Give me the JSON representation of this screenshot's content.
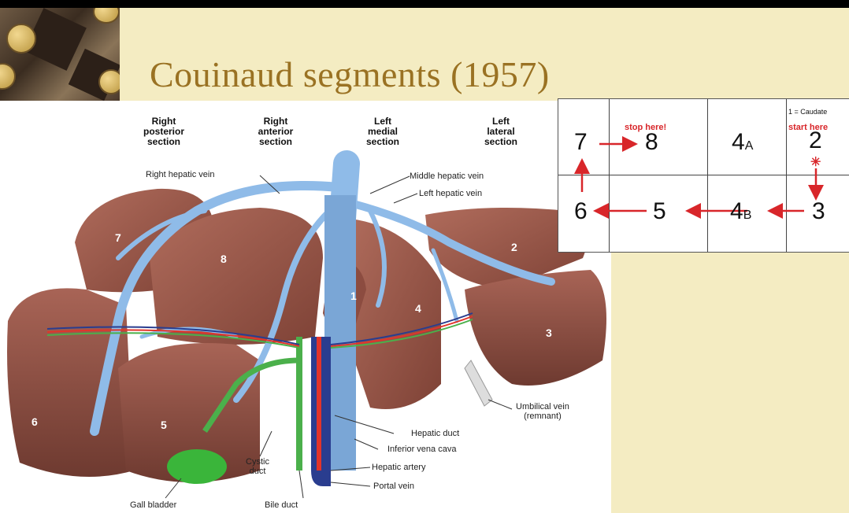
{
  "slide": {
    "title": "Couinaud segments (1957)"
  },
  "diagram": {
    "section_headers": [
      {
        "id": "right-posterior",
        "text": "Right\nposterior\nsection"
      },
      {
        "id": "right-anterior",
        "text": "Right\nanterior\nsection"
      },
      {
        "id": "left-medial",
        "text": "Left\nmedial\nsection"
      },
      {
        "id": "left-lateral",
        "text": "Left\nlateral\nsection"
      }
    ],
    "vessel_labels": {
      "right_hepatic_vein": "Right hepatic vein",
      "middle_hepatic_vein": "Middle hepatic vein",
      "left_hepatic_vein": "Left hepatic vein",
      "umbilical_vein": "Umbilical vein\n(remnant)",
      "hepatic_duct": "Hepatic duct",
      "inferior_vena_cava": "Inferior vena cava",
      "hepatic_artery": "Hepatic artery",
      "portal_vein": "Portal vein",
      "cystic_duct": "Cystic\nduct",
      "gall_bladder": "Gall bladder",
      "bile_duct": "Bile duct"
    },
    "segment_numbers": [
      "1",
      "2",
      "3",
      "4",
      "5",
      "6",
      "7",
      "8"
    ],
    "colors": {
      "liver": "#9b5a4c",
      "liver_dark": "#6e3a30",
      "hepatic_vein": "#8fbbe8",
      "gall_bladder": "#3ab53a",
      "artery": "#e2342a",
      "portal": "#2a3d8f"
    }
  },
  "grid": {
    "caudate_note": "1 = Caudate",
    "start_label": "start here",
    "stop_label": "stop here!",
    "top_row": [
      "7",
      "8",
      "4",
      "2"
    ],
    "top_row_subs": [
      "",
      "",
      "A",
      ""
    ],
    "bottom_row": [
      "6",
      "5",
      "4",
      "3"
    ],
    "bottom_row_subs": [
      "",
      "",
      "B",
      ""
    ],
    "asterisk": "✳",
    "arrow_color": "#d8262a"
  }
}
